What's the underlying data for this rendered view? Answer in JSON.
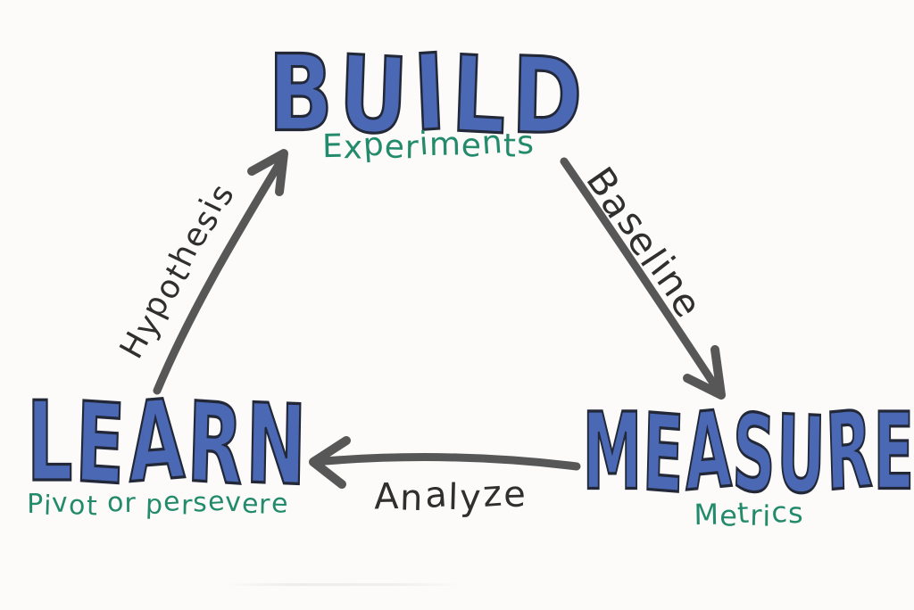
{
  "diagram": {
    "kind": "hand-drawn loop sketch",
    "nodes": {
      "build": {
        "title": "BUILD",
        "subtitle": "Experiments"
      },
      "measure": {
        "title": "MEASURE",
        "subtitle": "Metrics"
      },
      "learn": {
        "title": "LEARN",
        "subtitle": "Pivot or persevere"
      }
    },
    "edges": {
      "hypothesis": {
        "label": "Hypothesis",
        "from": "LEARN",
        "to": "BUILD"
      },
      "baseline": {
        "label": "Baseline",
        "from": "BUILD",
        "to": "MEASURE"
      },
      "analyze": {
        "label": "Analyze",
        "from": "MEASURE",
        "to": "LEARN"
      }
    }
  },
  "colors": {
    "blue": "#4b68b5",
    "outline": "#222838",
    "green": "#238b6c",
    "arrow": "#575757",
    "ink": "#2f2f2f",
    "bg": "#fcfbf9"
  }
}
